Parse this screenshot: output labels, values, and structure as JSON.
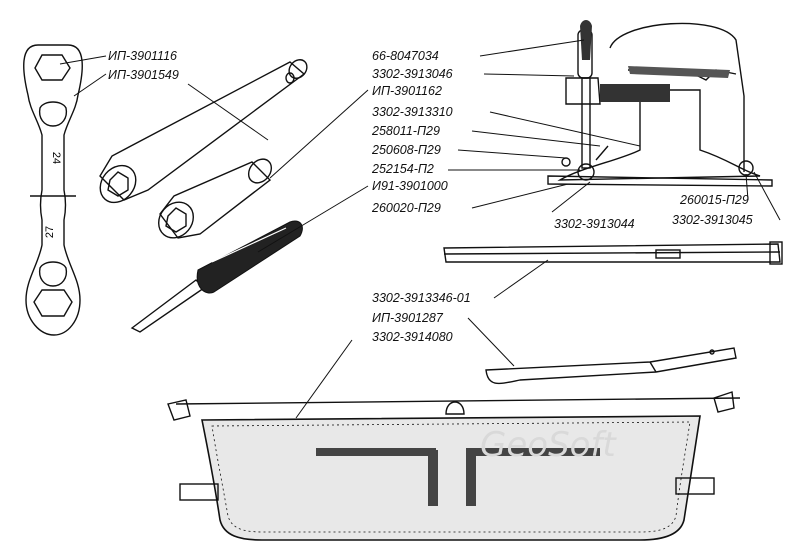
{
  "labels": {
    "ip_3901116": "ИП-3901116",
    "ip_3901549": "ИП-3901549",
    "ip_3901162": "ИП-3901162",
    "i91_3901000": "И91-3901000",
    "p66_8047034": "66-8047034",
    "p3302_3913046": "3302-3913046",
    "p3302_3913310": "3302-3913310",
    "p258011_p29": "258011-П29",
    "p250608_p29": "250608-П29",
    "p252154_p2": "252154-П2",
    "p260020_p29": "260020-П29",
    "p3302_3913044": "3302-3913044",
    "p260015_p29": "260015-П29",
    "p3302_3913045": "3302-3913045",
    "p3302_3913346_01": "3302-3913346-01",
    "ip_3901287": "ИП-3901287",
    "p3302_3914080": "3302-3914080"
  },
  "wrench_numbers": {
    "top": "24",
    "bottom": "27"
  },
  "watermark": "GeoSoft"
}
